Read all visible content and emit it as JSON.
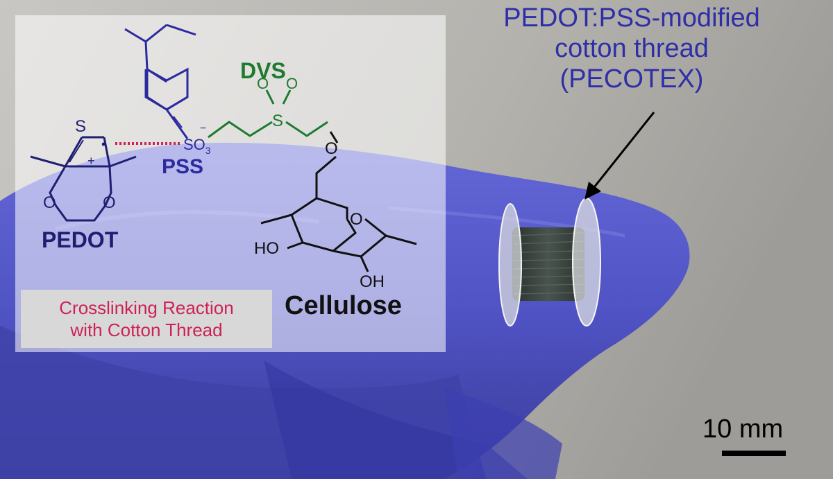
{
  "labels": {
    "pecotex_line1": "PEDOT:PSS-modified",
    "pecotex_line2": "cotton thread",
    "pecotex_line3": "(PECOTEX)",
    "pedot": "PEDOT",
    "pss": "PSS",
    "dvs": "DVS",
    "cellulose": "Cellulose",
    "crosslink_line1": "Crosslinking Reaction",
    "crosslink_line2": "with Cotton Thread",
    "scale_bar": "10 mm"
  },
  "atoms": {
    "sulfur": "S",
    "oxygen": "O",
    "sulfonate": "SO",
    "sulfonate_sub": "3",
    "sulfonate_charge": "−",
    "radical": "•",
    "cation": "+",
    "hydroxyl": "HO",
    "hydroxyl2": "OH"
  },
  "colors": {
    "pedot": "#1f1f72",
    "pss": "#2b2ba0",
    "dvs": "#1e7a2e",
    "cellulose": "#111111",
    "crosslink": "#cc2255",
    "annotation": "#2e2ea8",
    "glove": "#5a5dcc",
    "background": "#bcbab5"
  }
}
